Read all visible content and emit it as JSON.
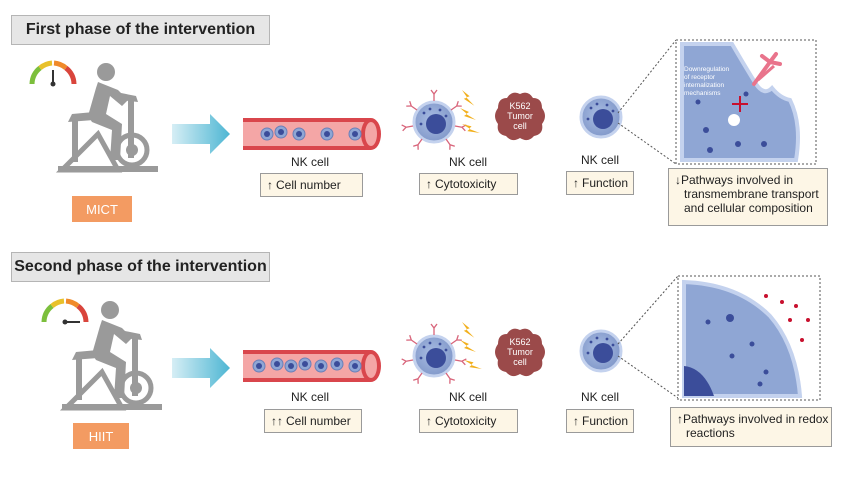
{
  "phase1": {
    "header": "First phase of the intervention",
    "exercise_label": "MICT",
    "blood_vessel_label": "NK cell",
    "blood_vessel_effect": {
      "arrow": "↑",
      "text": "Cell number"
    },
    "cytotoxicity_label": "NK cell",
    "cytotoxicity_effect": {
      "arrow": "↑",
      "text": "Cytotoxicity"
    },
    "tumor_text": [
      "K562",
      "Tumor",
      "cell"
    ],
    "function_label": "NK cell",
    "function_effect": {
      "arrow": "↑",
      "text": "Function"
    },
    "zoom_annotation": [
      "Downregulation",
      "of receptor",
      "internalization",
      "mechanisms"
    ],
    "pathways": {
      "arrow": "↓",
      "lines": [
        "Pathways involved in",
        "transmembrane transport",
        "and cellular composition"
      ]
    }
  },
  "phase2": {
    "header": "Second phase of the intervention",
    "exercise_label": "HIIT",
    "blood_vessel_label": "NK cell",
    "blood_vessel_effect": {
      "arrow": "↑↑",
      "text": "Cell number"
    },
    "cytotoxicity_label": "NK cell",
    "cytotoxicity_effect": {
      "arrow": "↑",
      "text": "Cytotoxicity"
    },
    "tumor_text": [
      "K562",
      "Tumor",
      "cell"
    ],
    "function_label": "NK cell",
    "function_effect": {
      "arrow": "↑",
      "text": "Function"
    },
    "pathways": {
      "arrow": "↑",
      "lines": [
        "Pathways involved in redox",
        "reactions"
      ]
    }
  },
  "colors": {
    "orange_tag": "#f39b62",
    "header_bg": "#e6e6e6",
    "effect_box_bg": "#fdf6e6",
    "flow_arrow": "#5fc0d8",
    "vessel": "#d9464c",
    "cell_body": "#8fa6d4",
    "nucleus": "#3b4d9a",
    "tumor": "#9b4a4a",
    "lightning": "#f2b01e",
    "bike": "#9a9a9a",
    "gauge_pointer": "#333333"
  },
  "icons": {
    "exercise": "exercise-bike-icon",
    "gauge": "intensity-gauge-icon",
    "flow": "flow-arrow-icon",
    "vessel": "blood-vessel-icon",
    "nk_cell": "nk-cell-icon",
    "tumor": "tumor-cell-icon",
    "lightning": "lightning-icon"
  }
}
